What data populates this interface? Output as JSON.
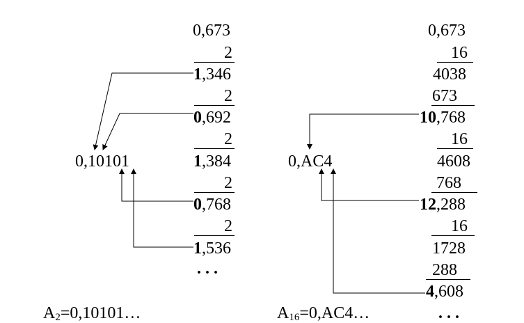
{
  "binary": {
    "start": "0,673",
    "multipliers": [
      "2",
      "2",
      "2",
      "2",
      "2"
    ],
    "steps": [
      {
        "int": "1",
        "frac": ",346"
      },
      {
        "int": "0",
        "frac": ",692"
      },
      {
        "int": "1",
        "frac": ",384"
      },
      {
        "int": "0",
        "frac": ",768"
      },
      {
        "int": "1",
        "frac": ",536"
      }
    ],
    "ellipsis": ". . .",
    "result": "0,10101",
    "summary": {
      "base": "A",
      "sub": "2",
      "rest": "=0,10101…"
    }
  },
  "hex": {
    "start": "0,673",
    "multiplier": "16",
    "partials": [
      [
        "4038",
        "673"
      ],
      [
        "4608",
        "768"
      ],
      [
        "1728",
        "288"
      ]
    ],
    "steps": [
      {
        "int": "10",
        "frac": ",768"
      },
      {
        "int": "12",
        "frac": ",288"
      },
      {
        "int": "4",
        "frac": ",608"
      }
    ],
    "ellipsis": ". . .",
    "result": "0,AC4",
    "summary": {
      "base": "A",
      "sub": "16",
      "rest": "=0,AC4…"
    }
  }
}
